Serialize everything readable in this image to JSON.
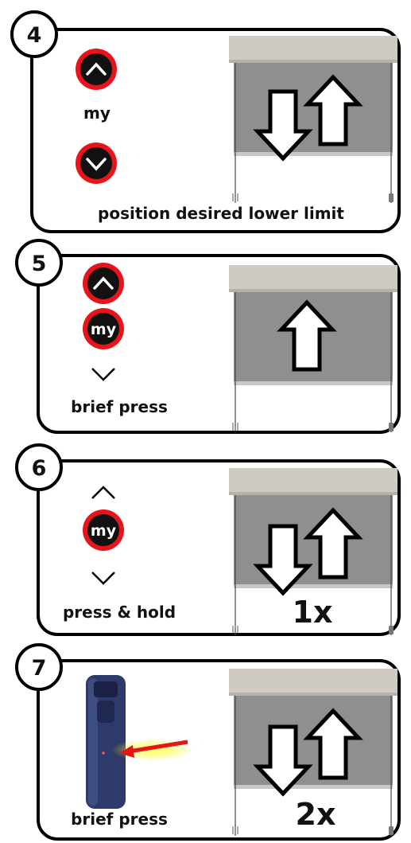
{
  "steps": [
    {
      "number": "4",
      "caption": "position desired lower limit"
    },
    {
      "number": "5",
      "caption": "brief press"
    },
    {
      "number": "6",
      "caption": "press & hold",
      "count": "1x"
    },
    {
      "number": "7",
      "caption": "brief press",
      "count": "2x"
    }
  ],
  "remote": {
    "my_label": "my"
  },
  "colors": {
    "accent_red": "#e8141b",
    "blind_gray": "#8f8f8f",
    "headrail": "#cfcbc3",
    "arrow_red": "#e51616",
    "remote_blue": "#2e3a6c"
  },
  "icons": [
    "up-button-icon",
    "down-button-icon",
    "my-button-icon",
    "chevron-up-icon",
    "chevron-down-icon",
    "up-arrow-icon",
    "down-arrow-icon",
    "remote-icon",
    "pointer-arrow-icon"
  ]
}
